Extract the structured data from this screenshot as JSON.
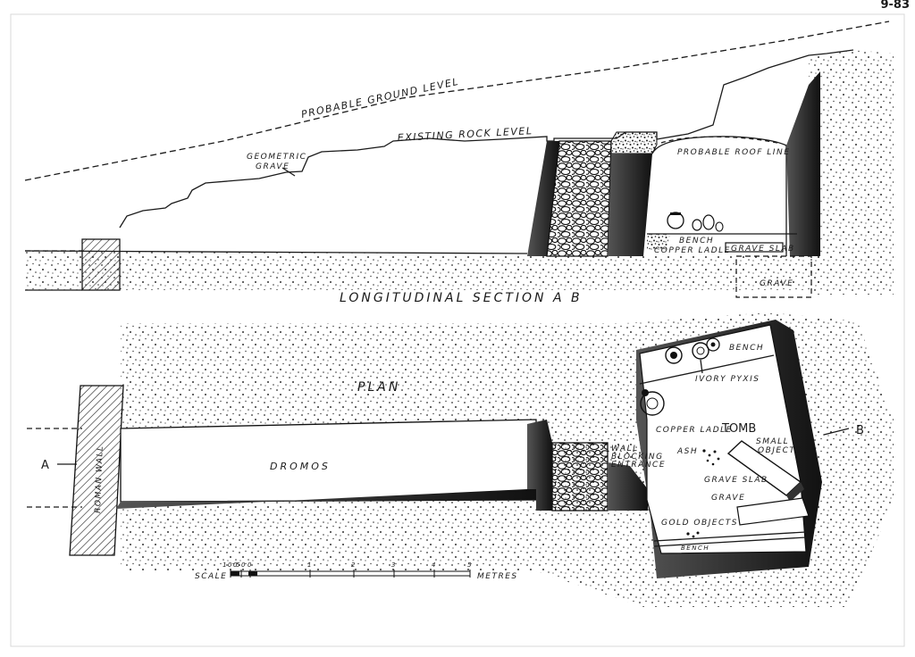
{
  "sheet_number": "9-83",
  "section": {
    "title": "LONGITUDINAL SECTION A B",
    "probable_ground_level": "PROBABLE GROUND LEVEL",
    "existing_rock_level": "EXISTING ROCK LEVEL",
    "geometric_grave": [
      "GEOMETRIC",
      "GRAVE"
    ],
    "probable_roof_line": "PROBABLE ROOF LINE",
    "bench": "BENCH",
    "copper_ladle": "COPPER LADLE",
    "grave_slab": "GRAVE SLAB",
    "grave": "GRAVE"
  },
  "plan": {
    "title": "PLAN",
    "marker_a": "A",
    "marker_b": "B",
    "roman_wall": "ROMAN WALL",
    "dromos": "DROMOS",
    "wall_blocking_entrance": [
      "WALL",
      "BLOCKING",
      "ENTRANCE"
    ],
    "bench_top": "BENCH",
    "ivory_pyxis": "IVORY PYXIS",
    "copper_ladle": "COPPER LADLE",
    "tomb": "TOMB",
    "ash": "ASH",
    "small_objects": [
      "SMALL",
      "OBJECTS"
    ],
    "grave_slab": "GRAVE SLAB",
    "grave": "GRAVE",
    "gold_objects": "GOLD OBJECTS",
    "bench_bottom": "BENCH"
  },
  "scale": {
    "label": "SCALE",
    "ticks": [
      "100",
      "50",
      "0",
      "1",
      "2",
      "3",
      "4",
      "5"
    ],
    "unit": "METRES"
  }
}
